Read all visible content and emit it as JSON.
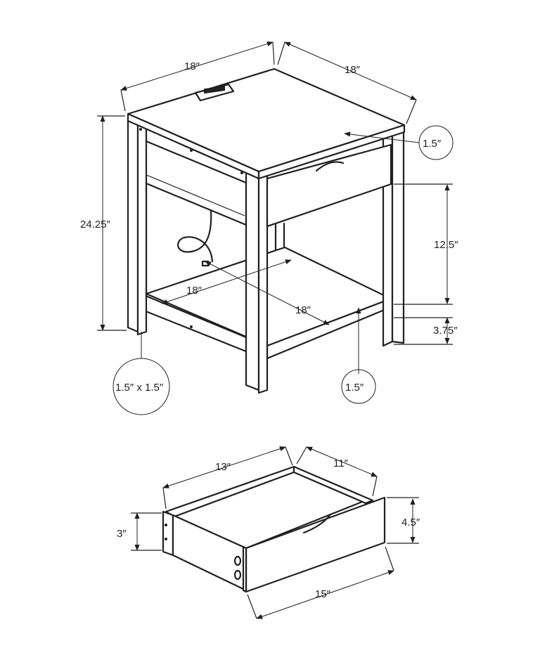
{
  "table": {
    "dimensions": {
      "top_width": "18″",
      "top_depth": "18″",
      "height": "24.25″",
      "top_thickness": "1.5″",
      "drawer_space": "12.5″",
      "bottom_clearance": "3.75″",
      "shelf_width": "18″",
      "shelf_depth": "18″",
      "leg_size": "1.5″ x 1.5″",
      "shelf_thickness": "1.5″"
    }
  },
  "drawer": {
    "dimensions": {
      "width": "13″",
      "depth": "11″",
      "side_height": "3″",
      "front_height": "4.5″",
      "front_width": "15″"
    }
  }
}
